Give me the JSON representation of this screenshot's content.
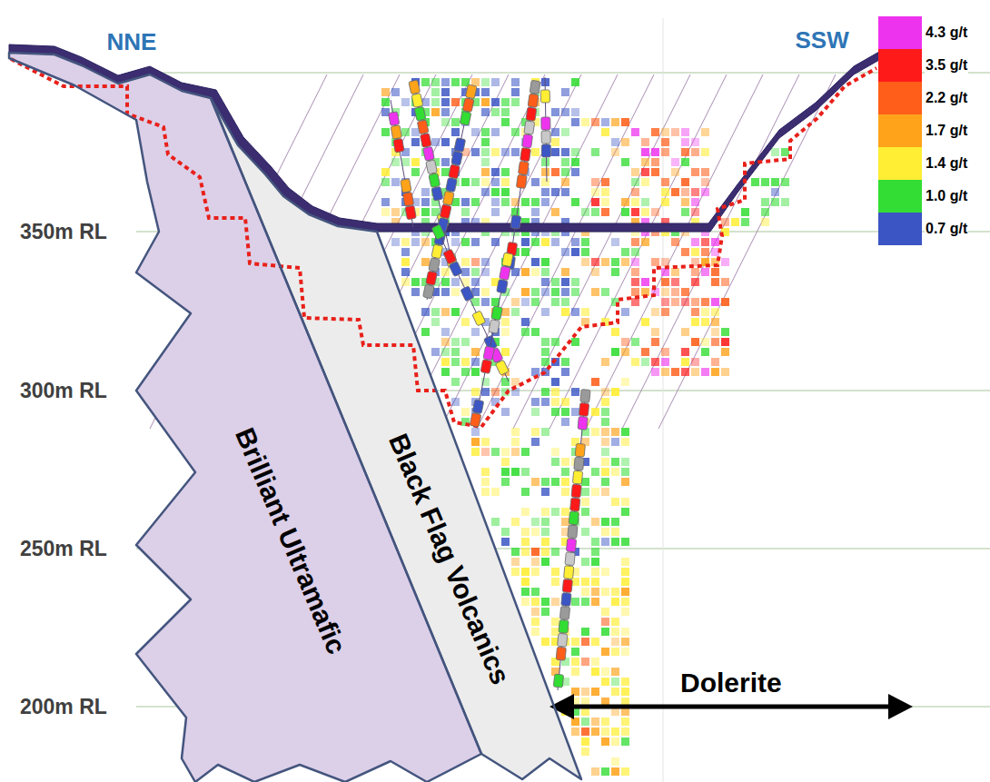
{
  "diagram": {
    "nodes": [
      {
        "text": [
          "Brilliant Ultramafic"
        ]
      },
      {
        "text": [
          "Black Flag Volcanics"
        ]
      }
    ],
    "labels": [
      "NNE",
      "SSW",
      "350m RL",
      "300m RL",
      "250m RL",
      "200m RL",
      "Dolerite"
    ],
    "legend": [
      {
        "text": "4.3 g/t",
        "color": "#ee33ee"
      },
      {
        "text": "3.5 g/t",
        "color": "#ff1a1a"
      },
      {
        "text": "2.2 g/t",
        "color": "#ff5e1a"
      },
      {
        "text": "1.7 g/t",
        "color": "#ffa31a"
      },
      {
        "text": "1.4 g/t",
        "color": "#ffee33"
      },
      {
        "text": "1.0 g/t",
        "color": "#33dd33"
      },
      {
        "text": "0.7 g/t",
        "color": "#3b55c4"
      }
    ]
  }
}
